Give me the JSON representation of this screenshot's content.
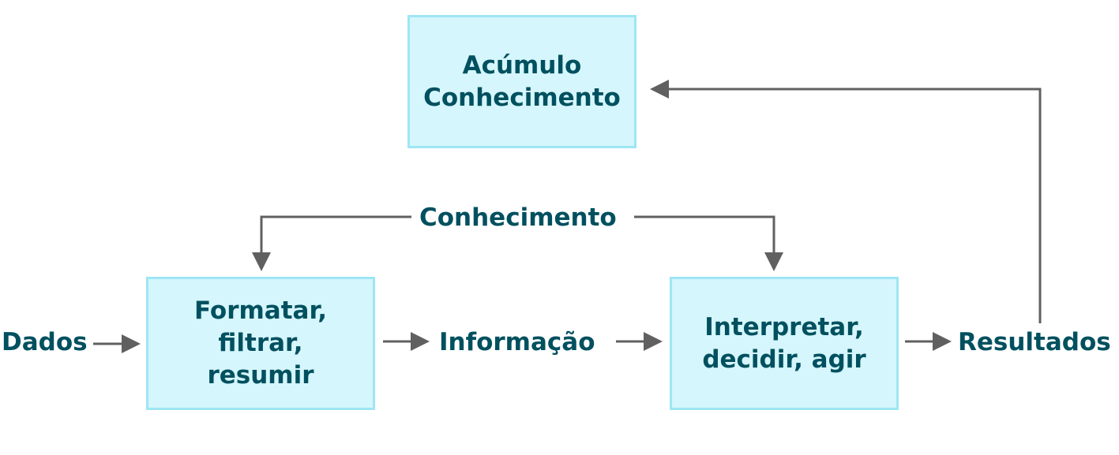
{
  "boxes": {
    "acumulo": {
      "lines": [
        "Acúmulo",
        "Conhecimento"
      ]
    },
    "formatar": {
      "lines": [
        "Formatar,",
        "filtrar,",
        "resumir"
      ]
    },
    "interpretar": {
      "lines": [
        "Interpretar,",
        "decidir, agir"
      ]
    }
  },
  "labels": {
    "dados": "Dados",
    "informacao": "Informação",
    "resultados": "Resultados",
    "conhecimento": "Conhecimento"
  },
  "colors": {
    "box_fill": "#d5f6fc",
    "box_border": "#9ee6f5",
    "text": "#00505f",
    "arrow": "#606060"
  }
}
